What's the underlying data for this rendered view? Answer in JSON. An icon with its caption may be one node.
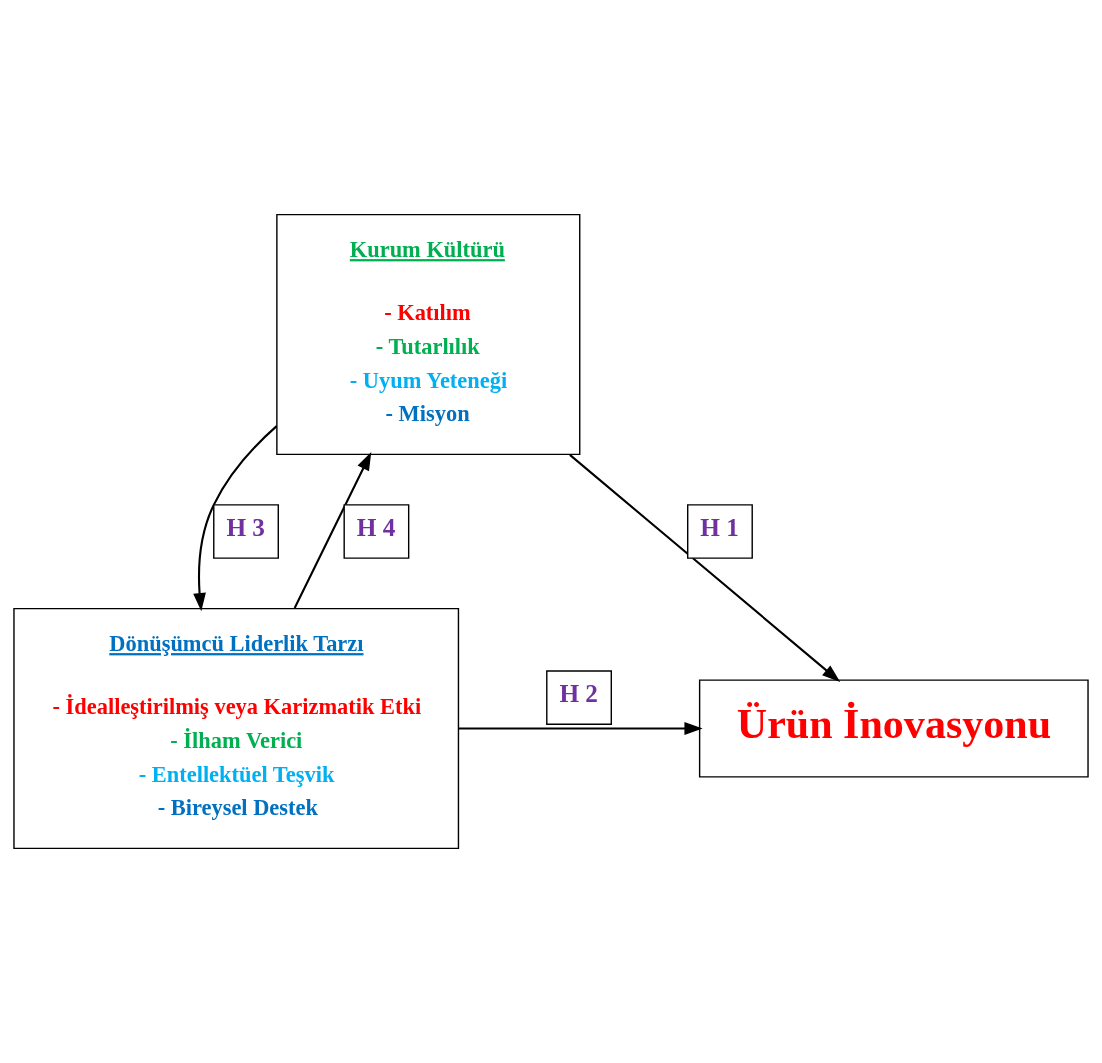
{
  "diagram": {
    "nodes": [
      {
        "text": [
          "Kurum Kültürü",
          "- Katılım",
          "- Tutarlılık",
          "- Uyum Yeteneği",
          "- Misyon"
        ]
      },
      {
        "text": [
          "Ürün İnovasyonu"
        ]
      },
      {
        "text": [
          "Dönüşümcü Liderlik Tarzı",
          "- İdealleştirilmiş veya Karizmatik Etki",
          "- İlham Verici",
          "- Entellektüel Teşvik",
          "- Bireysel Destek"
        ]
      }
    ],
    "edges": [
      {
        "from": 0,
        "to": 1,
        "arrow": "to",
        "label": "H 1"
      },
      {
        "from": 2,
        "to": 1,
        "arrow": "to",
        "label": "H 2"
      },
      {
        "from": 0,
        "to": 2,
        "arrow": "to",
        "label": "H 3"
      },
      {
        "from": 2,
        "to": 0,
        "arrow": "to",
        "label": "H 4"
      }
    ]
  }
}
